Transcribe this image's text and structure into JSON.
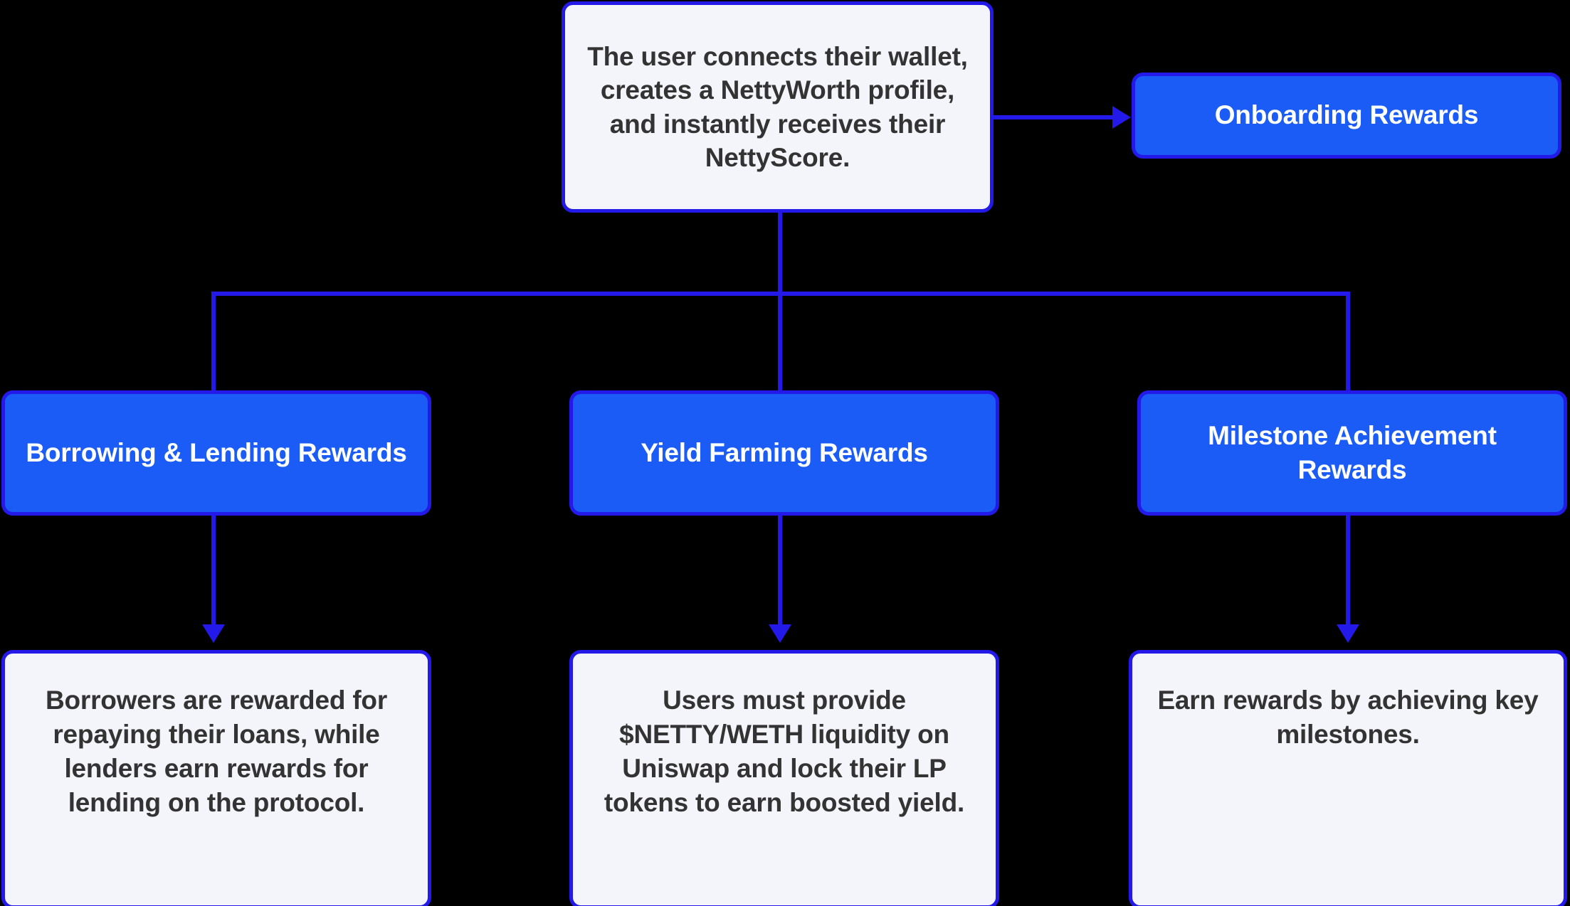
{
  "diagram": {
    "type": "flowchart",
    "background_color": "#000000",
    "accent_color": "#1a5cf5",
    "border_color": "#2319e8",
    "light_node_fill": "#f4f5fa",
    "light_node_text_color": "#333333",
    "accent_node_text_color": "#ffffff",
    "nodes": {
      "root": {
        "id": "root",
        "label": "The user connects their wallet, creates a NettyWorth profile, and instantly receives their NettyScore.",
        "style": "light"
      },
      "onboarding": {
        "id": "onboarding-rewards",
        "label": "Onboarding Rewards",
        "style": "accent"
      },
      "category_borrowing": {
        "id": "borrowing-lending-rewards",
        "label": "Borrowing & Lending Rewards",
        "style": "accent"
      },
      "category_yield": {
        "id": "yield-farming-rewards",
        "label": "Yield Farming Rewards",
        "style": "accent"
      },
      "category_milestone": {
        "id": "milestone-achievement-rewards",
        "label": "Milestone Achievement Rewards",
        "style": "accent"
      },
      "detail_borrowing": {
        "id": "borrowing-detail",
        "label": "Borrowers are rewarded for repaying their loans, while lenders earn rewards for lending on the protocol.",
        "style": "light"
      },
      "detail_yield": {
        "id": "yield-detail",
        "label": "Users must provide $NETTY/WETH liquidity on Uniswap and lock their LP tokens to earn boosted yield.",
        "style": "light"
      },
      "detail_milestone": {
        "id": "milestone-detail",
        "label": "Earn rewards by achieving key milestones.",
        "style": "light"
      }
    },
    "edges": [
      {
        "from": "root",
        "to": "onboarding",
        "arrow": "right"
      },
      {
        "from": "root",
        "to": "category_borrowing",
        "arrow": "none"
      },
      {
        "from": "root",
        "to": "category_yield",
        "arrow": "none"
      },
      {
        "from": "root",
        "to": "category_milestone",
        "arrow": "none"
      },
      {
        "from": "category_borrowing",
        "to": "detail_borrowing",
        "arrow": "down"
      },
      {
        "from": "category_yield",
        "to": "detail_yield",
        "arrow": "down"
      },
      {
        "from": "category_milestone",
        "to": "detail_milestone",
        "arrow": "down"
      }
    ]
  }
}
